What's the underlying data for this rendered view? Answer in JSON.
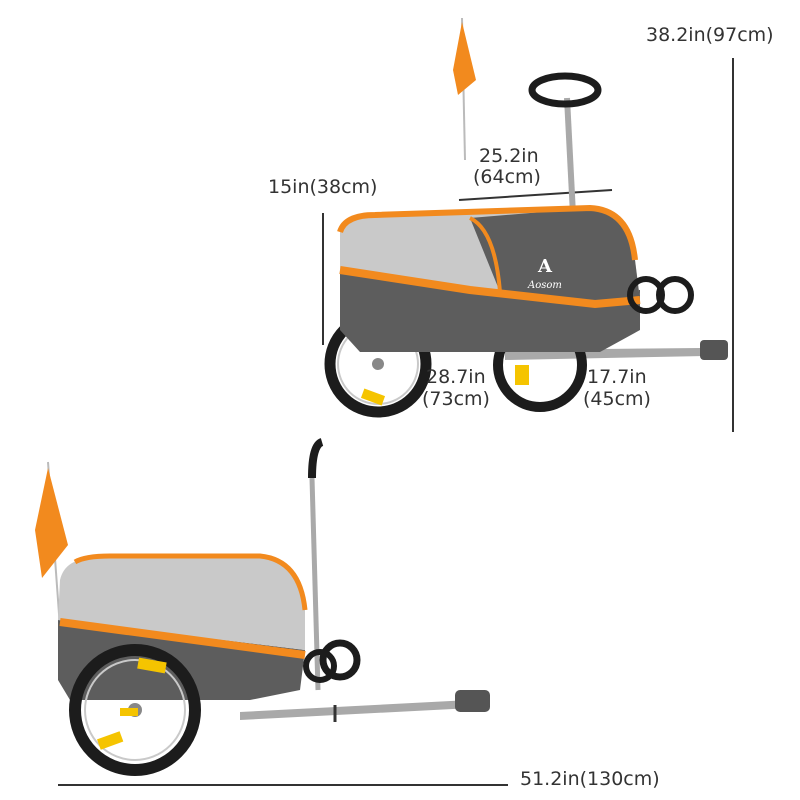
{
  "dimensions": {
    "total_height": "38.2in(97cm)",
    "body_height": "15in(38cm)",
    "body_width": {
      "in": "25.2in",
      "cm": "(64cm)"
    },
    "wheel_track": {
      "in": "28.7in",
      "cm": "(73cm)"
    },
    "hitch_offset": {
      "in": "17.7in",
      "cm": "(45cm)"
    },
    "total_length": "51.2in(130cm)"
  },
  "brand_logo": "A",
  "brand_script": "Aosom",
  "colors": {
    "orange": "#f28a1e",
    "light_grey": "#c9c9c9",
    "dark_grey": "#5d5d5d",
    "frame": "#a9a9a9",
    "tyre": "#1c1c1c",
    "reflector": "#f5c400",
    "line": "#333333"
  }
}
